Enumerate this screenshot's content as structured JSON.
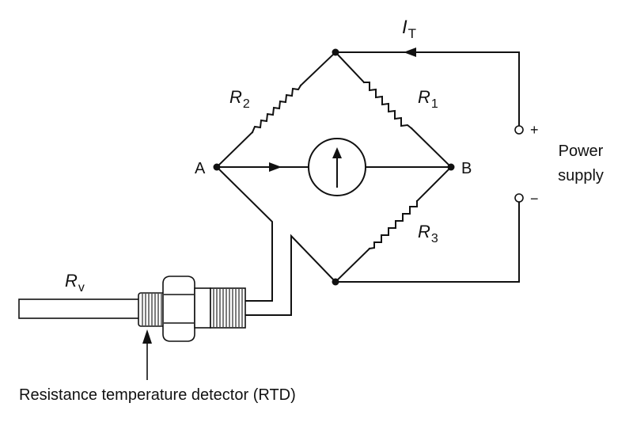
{
  "labels": {
    "current": "I",
    "current_sub": "T",
    "r1": "R",
    "r1_sub": "1",
    "r2": "R",
    "r2_sub": "2",
    "r3": "R",
    "r3_sub": "3",
    "rv": "R",
    "rv_sub": "v",
    "node_a": "A",
    "node_b": "B",
    "plus": "+",
    "minus": "−",
    "power_line1": "Power",
    "power_line2": "supply",
    "caption": "Resistance temperature detector (RTD)"
  }
}
